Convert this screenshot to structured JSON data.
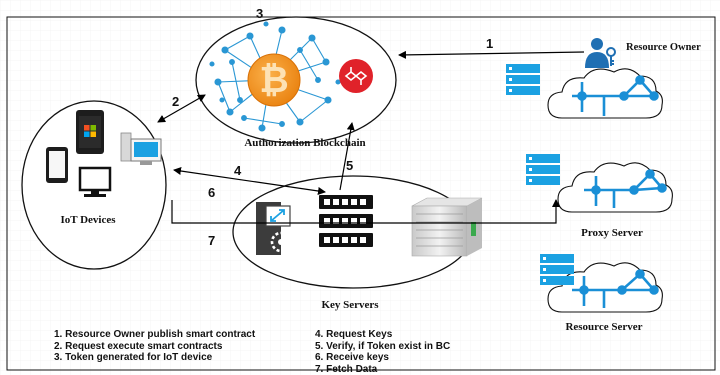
{
  "labels": {
    "authorization_blockchain": "Authorization Blockchain",
    "iot_devices": "IoT Devices",
    "key_servers": "Key Servers",
    "resource_owner": "Resource Owner",
    "proxy_server": "Proxy Server",
    "resource_server": "Resource Server"
  },
  "steps": {
    "s1": "1",
    "s2": "2",
    "s3": "3",
    "s4": "4",
    "s5": "5",
    "s6": "6",
    "s7": "7"
  },
  "legend_left": [
    "1. Resource Owner publish smart contract",
    "2. Request execute smart contracts",
    "3. Token generated for IoT device"
  ],
  "legend_right": [
    "4. Request Keys",
    "5. Verify, if Token exist in BC",
    "6. Receive keys",
    "7. Fetch Data"
  ],
  "colors": {
    "bitcoin_orange": "#f7931a",
    "node_red": "#e0222a",
    "network_blue": "#1a8fd6",
    "server_blue": "#1ba1e2",
    "win_red": "#f25022",
    "win_green": "#7fba00",
    "win_blue": "#00a4ef",
    "win_yellow": "#ffb900"
  },
  "icons": [
    "bitcoin-icon",
    "blockchain-node-icon",
    "person-key-icon",
    "tablet-icon",
    "phone-windows-icon",
    "desktop-icon",
    "monitor-icon",
    "rack-server-icon",
    "tower-server-icon",
    "key-server-icon",
    "cloud-network-icon"
  ]
}
